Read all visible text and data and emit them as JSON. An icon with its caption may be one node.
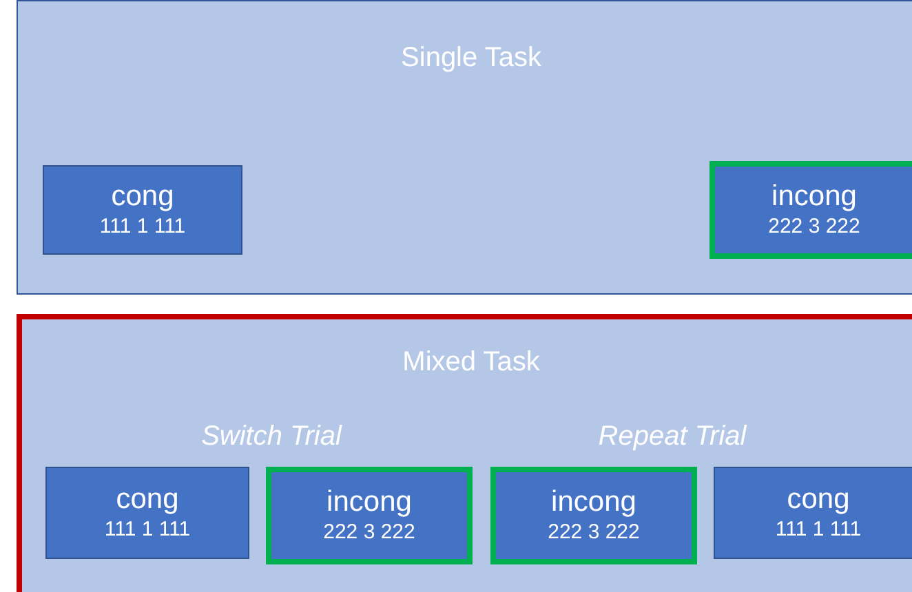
{
  "diagram": {
    "nodes": [
      {
        "text": [
          "Single Task"
        ]
      },
      {
        "text": [
          "cong",
          "111 1 111"
        ],
        "in": 0
      },
      {
        "text": [
          "incong",
          "222 3 222"
        ],
        "in": 0
      },
      {
        "text": [
          "Mixed Task"
        ]
      },
      {
        "text": [
          "cong",
          "111 1 111"
        ],
        "in": 3
      },
      {
        "text": [
          "incong",
          "222 3 222"
        ],
        "in": 3
      },
      {
        "text": [
          "incong",
          "222 3 222"
        ],
        "in": 3
      },
      {
        "text": [
          "cong",
          "111 1 111"
        ],
        "in": 3
      }
    ],
    "labels": [
      "Switch Trial",
      "Repeat Trial"
    ]
  }
}
